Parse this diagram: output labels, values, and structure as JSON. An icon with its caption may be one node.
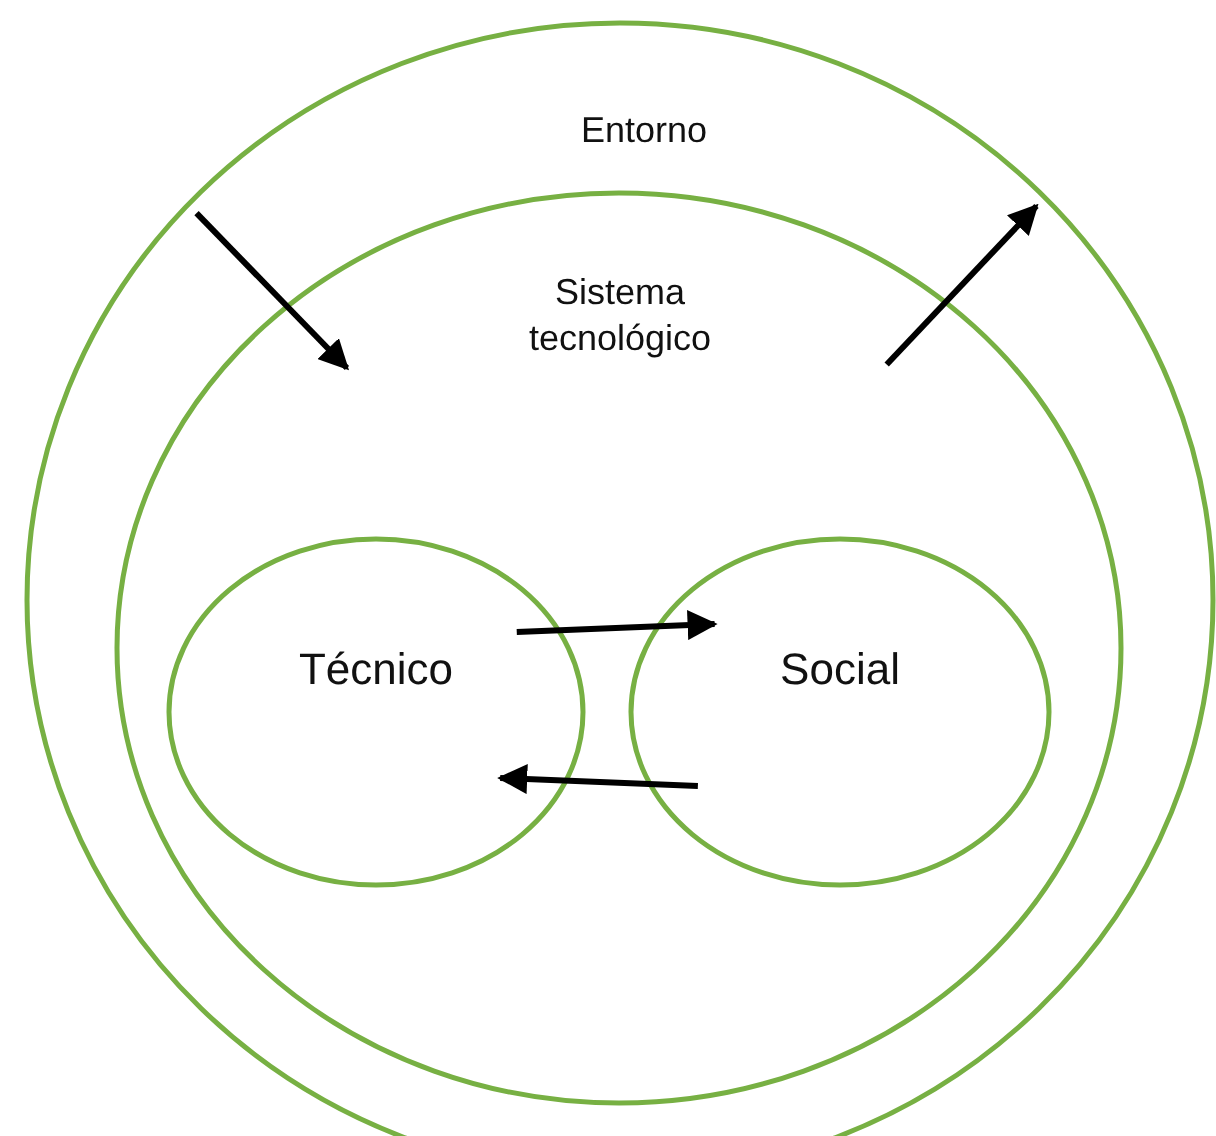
{
  "diagram": {
    "nodes": [
      {
        "text": [
          "Entorno"
        ]
      },
      {
        "text": [
          "Sistema tecnológico"
        ],
        "in": 0
      },
      {
        "text": [
          "Técnico"
        ],
        "in": 1
      },
      {
        "text": [
          "Social"
        ],
        "in": 1
      }
    ],
    "edges": [
      {
        "from": 0,
        "to": 1,
        "arrow": "to"
      },
      {
        "from": 1,
        "to": 0,
        "arrow": "to"
      },
      {
        "from": 2,
        "to": 3,
        "arrow": "to"
      },
      {
        "from": 3,
        "to": 2,
        "arrow": "to"
      }
    ]
  }
}
